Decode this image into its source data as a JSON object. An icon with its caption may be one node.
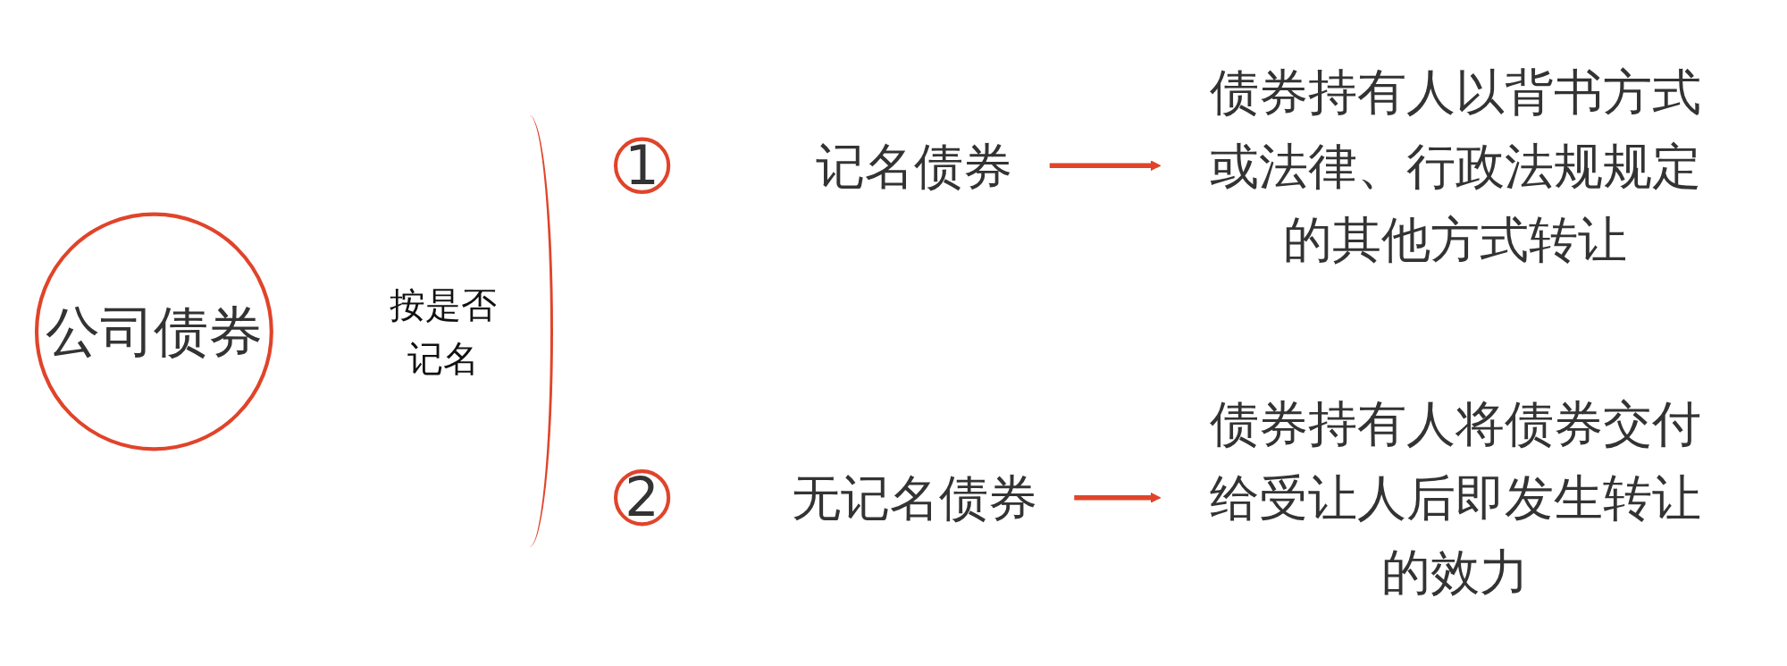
{
  "diagram": {
    "nodes": [
      {
        "text": [
          "公司债券"
        ]
      },
      {
        "text": [
          "1"
        ]
      },
      {
        "text": [
          "记名债券"
        ]
      },
      {
        "text": [
          "债券持有人以背书方式或法律、行政法规规定的其他方式转让"
        ]
      },
      {
        "text": [
          "2"
        ]
      },
      {
        "text": [
          "无记名债券"
        ]
      },
      {
        "text": [
          "债券持有人将债券交付给受让人后即发生转让的效力"
        ]
      }
    ],
    "edges": [
      {
        "from": 2,
        "to": 3,
        "arrow": "to"
      },
      {
        "from": 5,
        "to": 6,
        "arrow": "to"
      }
    ],
    "labels": [
      "按是否记名"
    ]
  }
}
